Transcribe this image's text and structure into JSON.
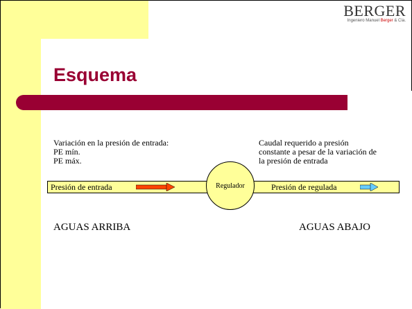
{
  "logo": {
    "name": "BERGER",
    "sub_text": "Ingeniero Manuel ",
    "sub_highlight": "Berger",
    "sub_suffix": " & Cía."
  },
  "slide": {
    "title": "Esquema"
  },
  "inlet_info": {
    "heading": "Variación en la presión de entrada:",
    "line1": "PE mín.",
    "line2": "PE máx."
  },
  "outlet_info": {
    "line1": "Caudal requerido a presión",
    "line2": "constante a pesar de la variación de",
    "line3": "la presión de entrada"
  },
  "flow": {
    "inlet_label": "Presión de entrada",
    "regulator_label": "Regulador",
    "outlet_label": "Presión de regulada"
  },
  "zones": {
    "upstream": "AGUAS ARRIBA",
    "downstream": "AGUAS ABAJO"
  },
  "colors": {
    "yellow": "#ffff99",
    "maroon": "#990033",
    "inlet_arrow": "#ff4400",
    "outlet_arrow": "#66ccff"
  }
}
